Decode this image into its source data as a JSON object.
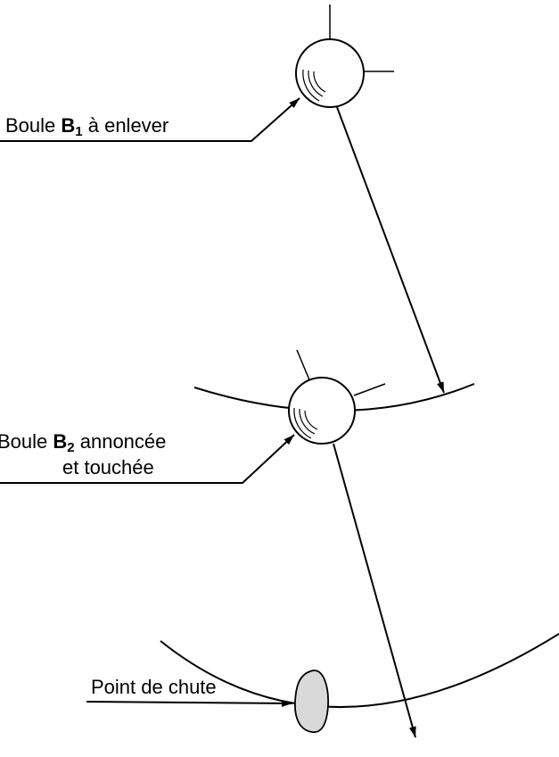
{
  "labels": {
    "b1": {
      "prefix": "Boule ",
      "ball": "B",
      "index": "1",
      "suffix": " à enlever"
    },
    "b2": {
      "prefix": "Boule ",
      "ball": "B",
      "index": "2",
      "suffix": " annoncée",
      "line2": "et touchée"
    },
    "chute": {
      "text": "Point de chute"
    }
  },
  "colors": {
    "stroke": "#000000",
    "impact_fill": "#d9d9d9"
  }
}
